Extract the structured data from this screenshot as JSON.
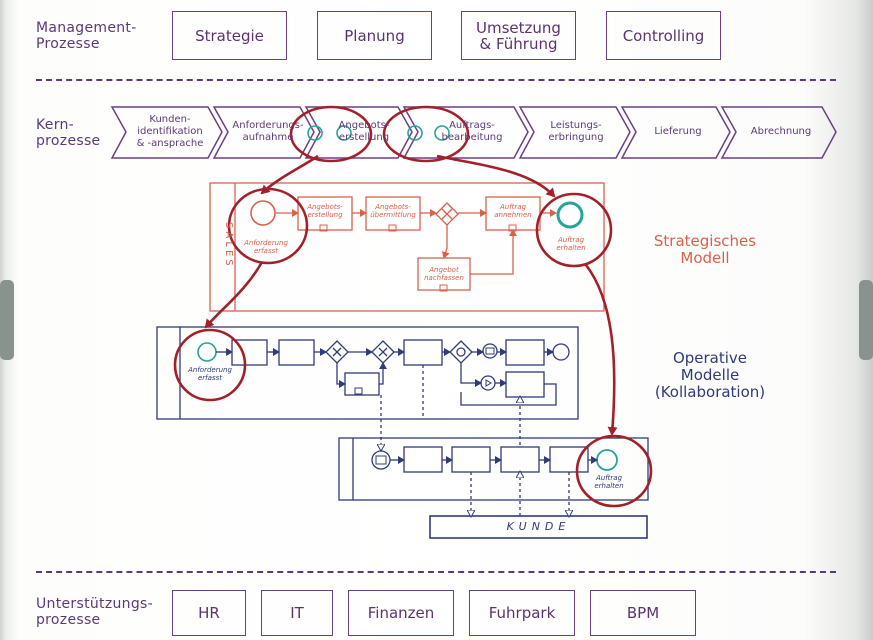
{
  "management": {
    "label": "Management-\nProzesse",
    "boxes": [
      "Strategie",
      "Planung",
      "Umsetzung\n& Führung",
      "Controlling"
    ]
  },
  "core": {
    "label": "Kern-\nprozesse",
    "steps": [
      "Kunden-\nidentifikation\n& -ansprache",
      "Anforderungs-\naufnahme",
      "Angebots-\nerstellung",
      "Auftrags-\nbearbeitung",
      "Leistungs-\nerbringung",
      "Lieferung",
      "Abrechnung"
    ]
  },
  "strategic": {
    "title": "Strategisches\nModell",
    "pool": "SALES",
    "start_event": "Anforderung\nerfasst",
    "task1": "Angebots-\nerstellung",
    "task2": "Angebots-\nübermittlung",
    "task3": "Auftrag\nannehmen",
    "task4": "Angebot\nnachfassen",
    "end_event": "Auftrag\nerhalten"
  },
  "operative": {
    "title": "Operative\nModelle\n(Kollaboration)",
    "start_event": "Anforderung\nerfasst",
    "end_event": "Auftrag\nerhalten",
    "customer_pool": "KUNDE"
  },
  "support": {
    "label": "Unterstützungs-\nprozesse",
    "boxes": [
      "HR",
      "IT",
      "Finanzen",
      "Fuhrpark",
      "BPM"
    ]
  },
  "colors": {
    "purple": "#5c3a78",
    "red": "#d9614c",
    "navy": "#2f3b7a",
    "highlight": "#a3202a",
    "teal": "#27a39a"
  }
}
